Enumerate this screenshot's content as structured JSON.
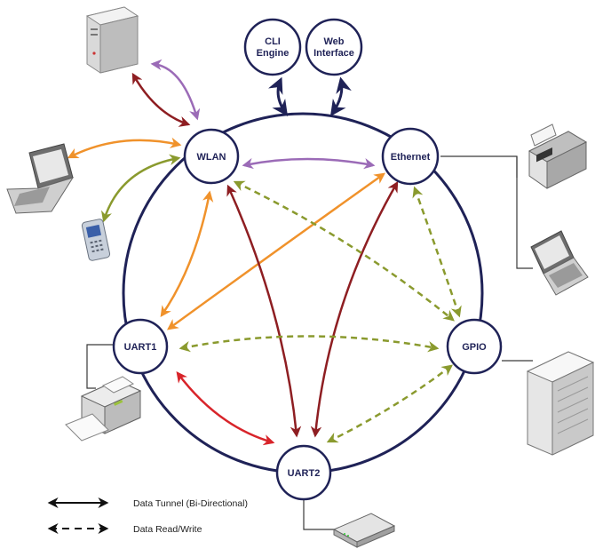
{
  "nodes": {
    "wlan": "WLAN",
    "ethernet": "Ethernet",
    "uart1": "UART1",
    "uart2": "UART2",
    "gpio": "GPIO",
    "cli_line1": "CLI",
    "cli_line2": "Engine",
    "web_line1": "Web",
    "web_line2": "Interface"
  },
  "legend": {
    "tunnel": "Data Tunnel (Bi-Directional)",
    "read_write": "Data Read/Write"
  },
  "colors": {
    "ring": "#1f2257",
    "navy_arrow": "#1f2257",
    "purple": "#9b6bb7",
    "dark_red": "#8e1e22",
    "orange": "#f0922b",
    "olive": "#8a9a2e",
    "bright_red": "#d8242a"
  },
  "devices": [
    "server-icon",
    "laptop-icon",
    "mobile-phone-icon",
    "fax-machine-icon",
    "laptop-icon",
    "printer-icon",
    "server-tower-icon",
    "network-device-icon"
  ]
}
